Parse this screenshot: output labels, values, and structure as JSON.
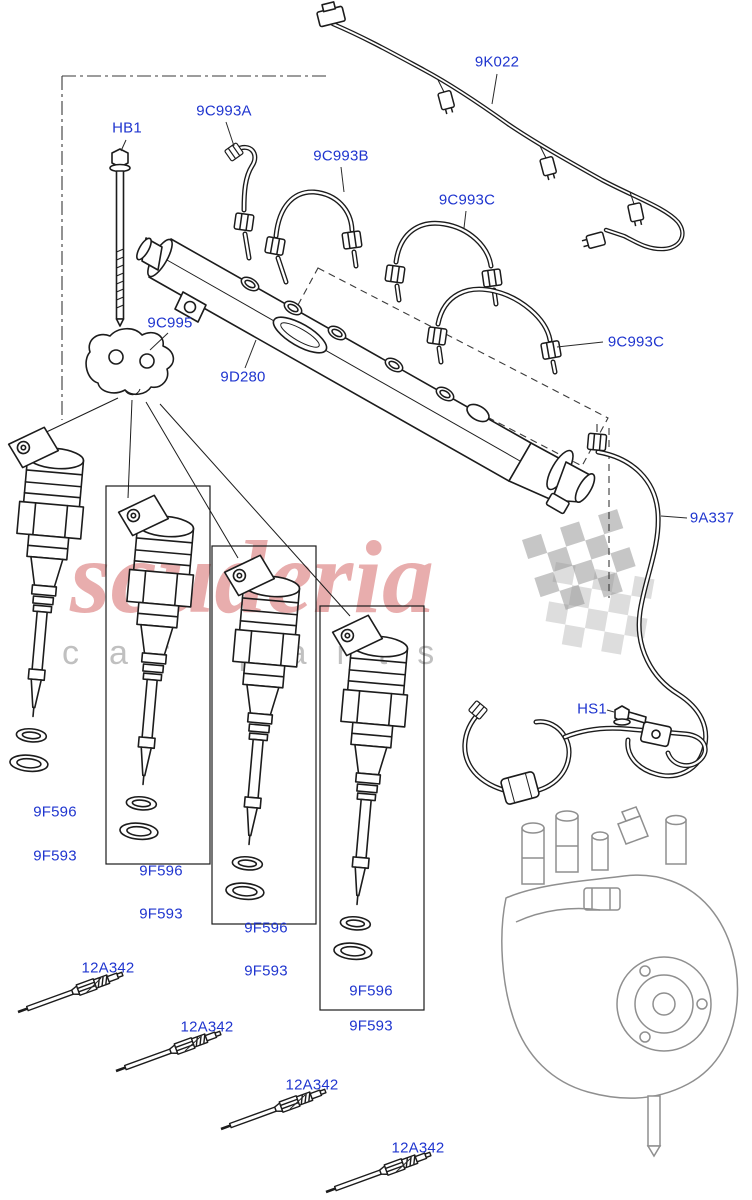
{
  "watermark": {
    "brand": "scuderia",
    "subtitle": "car parts"
  },
  "colors": {
    "label_blue": "#1f35cf",
    "line_black": "#1c1c1c",
    "muted_gray": "#8f8f8f",
    "watermark_red": "rgba(195,40,40,0.38)",
    "watermark_gray": "rgba(130,130,130,0.5)"
  },
  "labels": {
    "harness": "9K022",
    "pipe_a": "9C993A",
    "bolt_hb1": "HB1",
    "pipe_b": "9C993B",
    "pipe_c": "9C993C",
    "clamp": "9C995",
    "fuel_rail": "9D280",
    "pipe_pump": "9A337",
    "bolt_hs1": "HS1",
    "washer": "9F596",
    "seal": "9F593",
    "glow_plug": "12A342"
  }
}
